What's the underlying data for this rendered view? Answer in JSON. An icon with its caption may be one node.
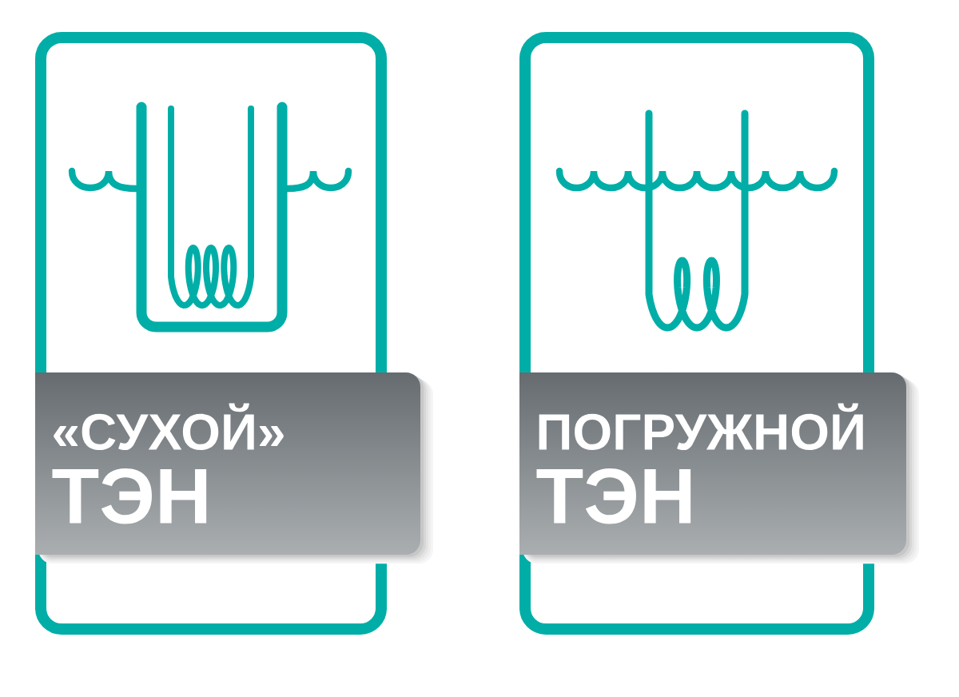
{
  "diagram": {
    "nodes": [
      {
        "text": [
          "«СУХОЙ»",
          "ТЭН"
        ]
      },
      {
        "text": [
          "ПОГРУЖНОЙ",
          "ТЭН"
        ]
      }
    ]
  }
}
